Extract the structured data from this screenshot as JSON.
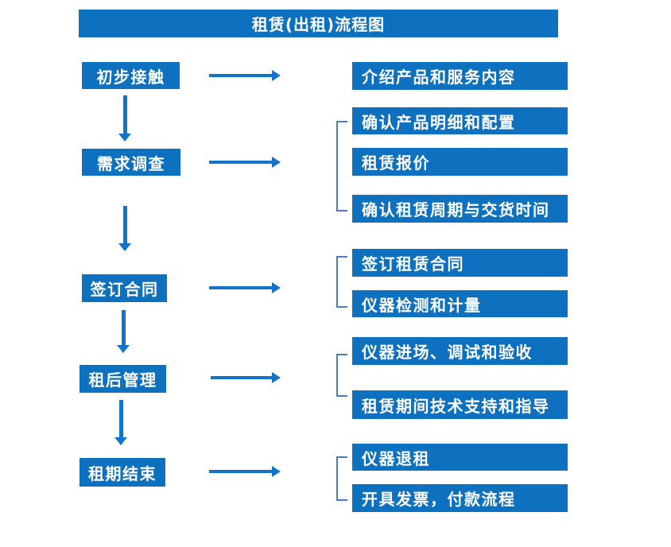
{
  "title": "租赁(出租)流程图",
  "colors": {
    "node_fill": "#0e71bf",
    "arrow": "#1373c8",
    "bracket": "#4a7ebf",
    "text": "#ffffff",
    "background": "#ffffff"
  },
  "stages": [
    {
      "name": "初步接触",
      "outputs": [
        "介绍产品和服务内容"
      ]
    },
    {
      "name": "需求调查",
      "outputs": [
        "确认产品明细和配置",
        "租赁报价",
        "确认租赁周期与交货时间"
      ]
    },
    {
      "name": "签订合同",
      "outputs": [
        "签订租赁合同",
        "仪器检测和计量"
      ]
    },
    {
      "name": "租后管理",
      "outputs": [
        "仪器进场、调试和验收",
        "租赁期间技术支持和指导"
      ]
    },
    {
      "name": "租期结束",
      "outputs": [
        "仪器退租",
        "开具发票，付款流程"
      ]
    }
  ]
}
